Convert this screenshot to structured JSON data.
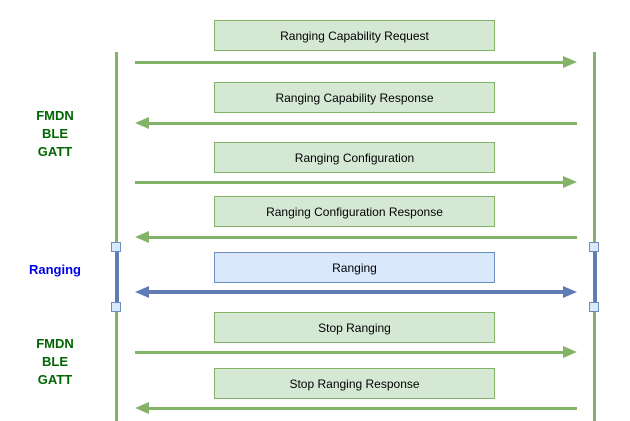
{
  "diagram": {
    "type": "sequence-diagram",
    "sections": [
      {
        "id": "fmdn-ble-gatt-top",
        "lines": [
          "FMDN",
          "BLE",
          "GATT"
        ],
        "color": "#006600"
      },
      {
        "id": "ranging-section",
        "lines": [
          "Ranging"
        ],
        "color": "#0000ee"
      },
      {
        "id": "fmdn-ble-gatt-bottom",
        "lines": [
          "FMDN",
          "BLE",
          "GATT"
        ],
        "color": "#006600"
      }
    ],
    "messages": [
      {
        "label": "Ranging Capability Request",
        "direction": "right",
        "channel": "green"
      },
      {
        "label": "Ranging Capability Response",
        "direction": "left",
        "channel": "green"
      },
      {
        "label": "Ranging Configuration",
        "direction": "right",
        "channel": "green"
      },
      {
        "label": "Ranging Configuration Response",
        "direction": "left",
        "channel": "green"
      },
      {
        "label": "Ranging",
        "direction": "both",
        "channel": "blue"
      },
      {
        "label": "Stop Ranging",
        "direction": "right",
        "channel": "green"
      },
      {
        "label": "Stop Ranging Response",
        "direction": "left",
        "channel": "green"
      }
    ],
    "colors": {
      "green_box_fill": "#d5e8d4",
      "green_stroke": "#82b366",
      "blue_box_fill": "#dae8fc",
      "blue_stroke": "#6c8ebf",
      "blue_arrow": "#5f7db4",
      "label_green": "#006600",
      "label_blue": "#0000ee",
      "text": "#000000"
    }
  }
}
